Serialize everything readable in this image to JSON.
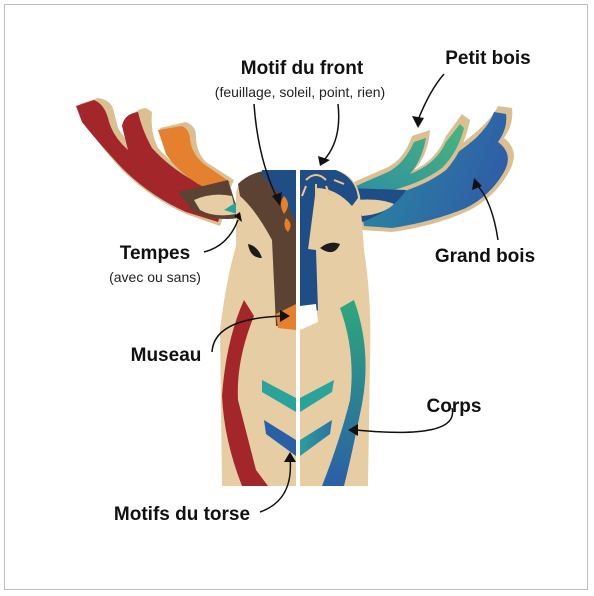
{
  "labels": {
    "motif_front": "Motif du front",
    "motif_front_sub": "(feuillage, soleil, point, rien)",
    "petit_bois": "Petit bois",
    "tempes": "Tempes",
    "tempes_sub": "(avec ou sans)",
    "grand_bois": "Grand bois",
    "museau": "Museau",
    "corps": "Corps",
    "motifs_torse": "Motifs du torse"
  },
  "colors": {
    "wood": "#e6cda4",
    "wood_dark": "#d7b98a",
    "red": "#a3272a",
    "orange": "#e5802f",
    "brown": "#5b4233",
    "navy": "#1f4d85",
    "teal": "#2aa39a",
    "green": "#48b27b",
    "blue": "#2e6cae"
  },
  "icons": {
    "arrow": "curved-arrow-icon"
  }
}
